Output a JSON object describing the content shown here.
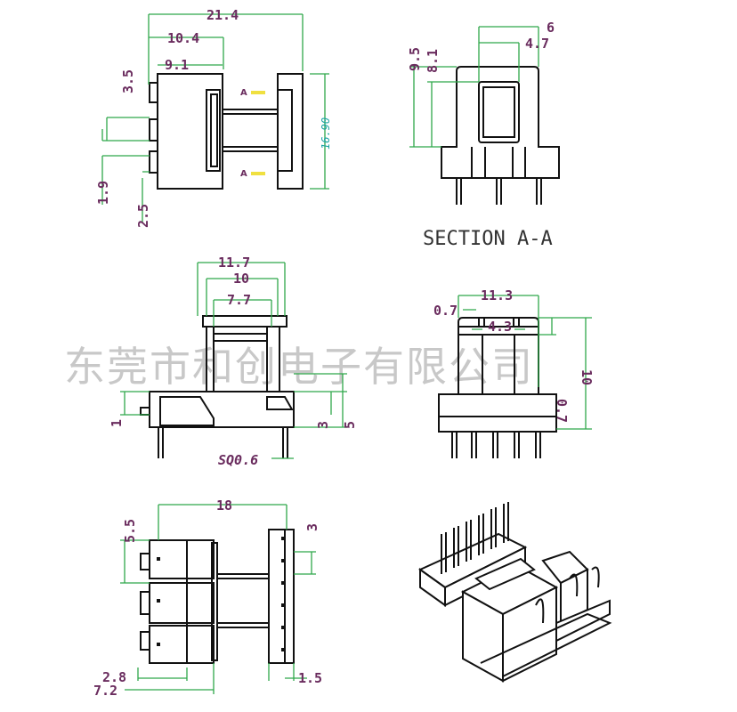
{
  "watermark": "东莞市和创电子有限公司",
  "views": {
    "top_view": {
      "dims": [
        "21.4",
        "10.4",
        "9.1",
        "3.5",
        "1.9",
        "2.5",
        "16.90"
      ],
      "section_marks": [
        "A",
        "A"
      ]
    },
    "section_view": {
      "dims": [
        "6",
        "4.7",
        "9.5",
        "8.1"
      ],
      "caption": "SECTION A-A"
    },
    "side_view": {
      "dims": [
        "11.7",
        "10",
        "7.7",
        "1",
        "3",
        "5",
        "SQ0.6"
      ]
    },
    "front_view": {
      "dims": [
        "11.3",
        "0.7",
        "4.3",
        "0.7",
        "10"
      ]
    },
    "bottom_view": {
      "dims": [
        "18",
        "5.5",
        "3",
        "2.8",
        "7.2",
        "1.5"
      ]
    },
    "iso_view": {}
  },
  "colors": {
    "outline": "#111111",
    "dimension": "#2fa84a",
    "label": "#6a2c5e",
    "highlight": "#1aa3a3"
  }
}
